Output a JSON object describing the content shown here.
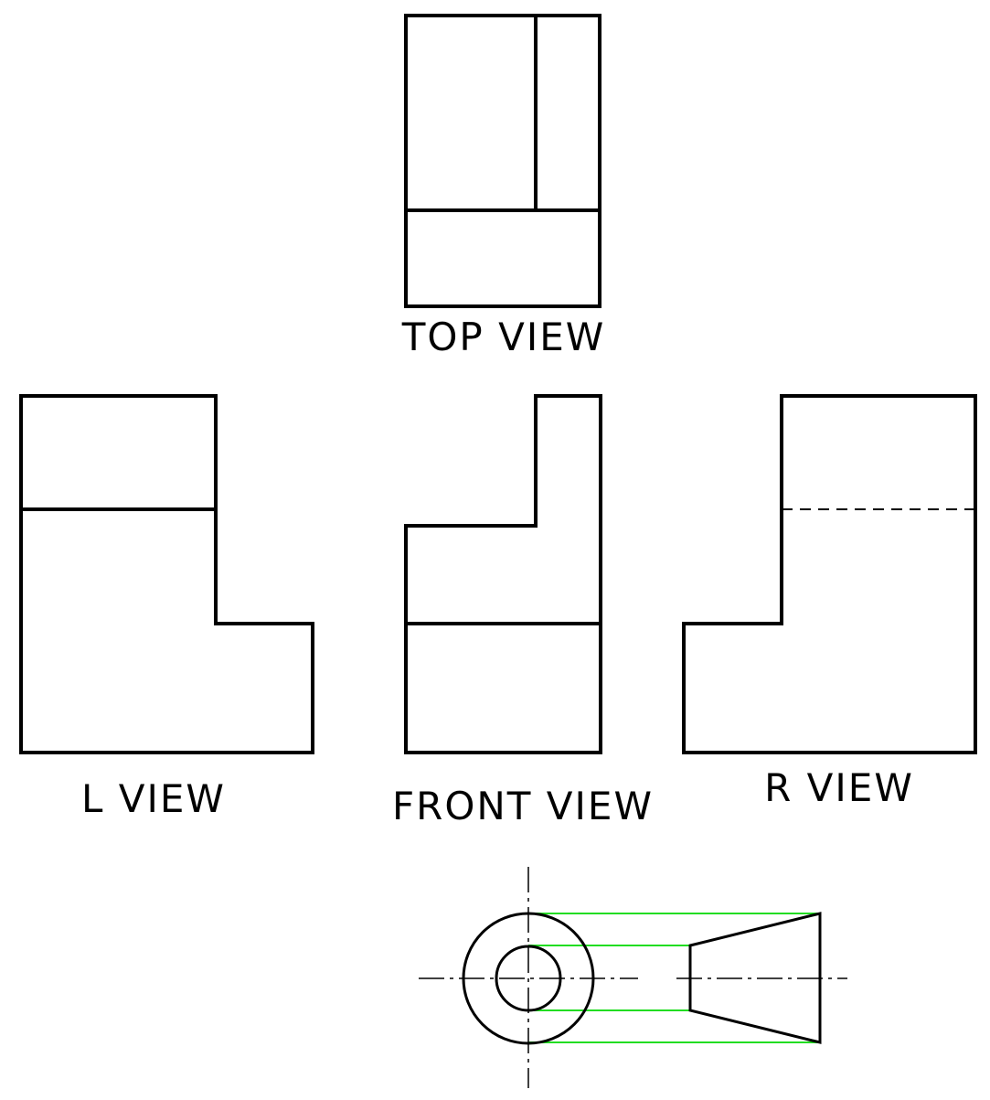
{
  "views": {
    "top_label": "TOP VIEW",
    "left_label": "L VIEW",
    "front_label": "FRONT VIEW",
    "right_label": "R VIEW"
  },
  "colors": {
    "line": "#000000",
    "projection": "#22dd22",
    "background": "#ffffff"
  }
}
